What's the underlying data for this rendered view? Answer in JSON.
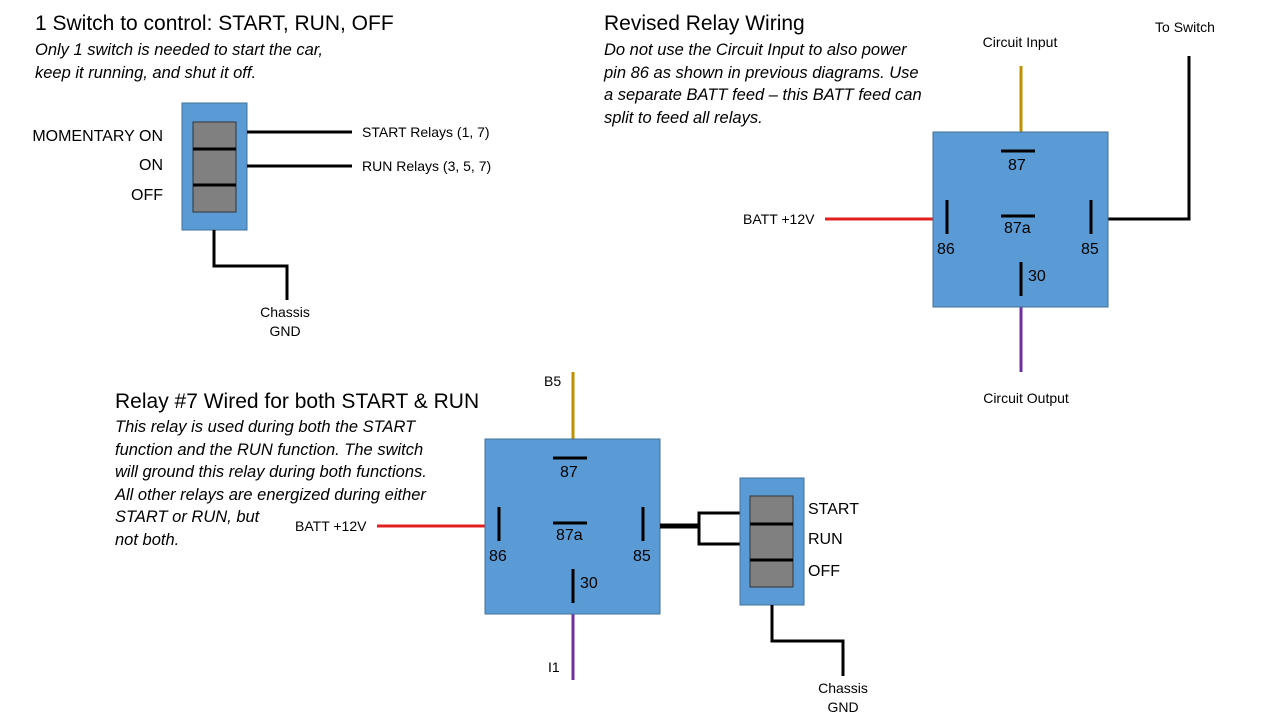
{
  "panel1": {
    "title": "1 Switch to control: START, RUN, OFF",
    "subtitle_lines": [
      "Only 1 switch is needed to start the car,",
      "keep it running, and shut it off."
    ],
    "positions": [
      "MOMENTARY ON",
      "ON",
      "OFF"
    ],
    "outputs": [
      "START Relays (1, 7)",
      "RUN Relays (3, 5, 7)"
    ],
    "ground_lines": [
      "Chassis",
      "GND"
    ]
  },
  "panel2": {
    "title": "Revised Relay Wiring",
    "note_lines": [
      "Do not use the Circuit Input to also power",
      "pin 86 as shown in previous diagrams.  Use",
      "a separate BATT feed – this BATT feed can",
      "split to feed all relays."
    ],
    "input_label": "Circuit Input",
    "output_label": "Circuit Output",
    "switch_label": "To Switch",
    "batt_label": "BATT +12V",
    "pins": {
      "p87": "87",
      "p87a": "87a",
      "p86": "86",
      "p85": "85",
      "p30": "30"
    }
  },
  "panel3": {
    "title": "Relay #7 Wired for both START & RUN",
    "note_lines": [
      "This relay is used during both the START",
      "function and the RUN function.  The switch",
      "will ground this relay during both functions.",
      "All other relays are energized during either",
      "START or RUN, but",
      "not both."
    ],
    "top_label": "B5",
    "bottom_label": "I1",
    "batt_label": "BATT +12V",
    "pins": {
      "p87": "87",
      "p87a": "87a",
      "p86": "86",
      "p85": "85",
      "p30": "30"
    },
    "positions": [
      "START",
      "RUN",
      "OFF"
    ],
    "ground_lines": [
      "Chassis",
      "GND"
    ]
  },
  "colors": {
    "relay_fill": "#5b9bd5",
    "relay_stroke": "#41719c",
    "switch_fill": "#808080",
    "batt_wire": "#e02020",
    "input_wire": "#bf9000",
    "output_wire": "#7030a0",
    "ground_wire": "#000000"
  }
}
